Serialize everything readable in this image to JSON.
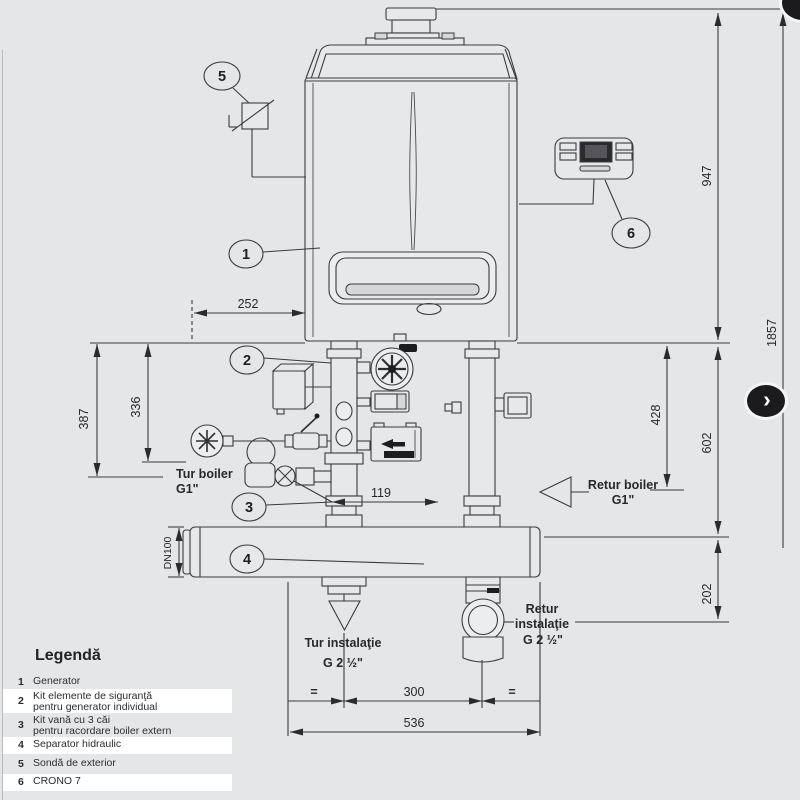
{
  "diagram": {
    "callouts": [
      "1",
      "2",
      "3",
      "4",
      "5",
      "6"
    ],
    "dimensions": {
      "d252": "252",
      "d387": "387",
      "d336": "336",
      "d119": "119",
      "d428": "428",
      "d947": "947",
      "d602": "602",
      "d202": "202",
      "d1857": "1857",
      "dn100": "DN100",
      "d300": "300",
      "d536": "536",
      "equal_left": "=",
      "equal_right": "="
    },
    "ports": {
      "tur_boiler_line1": "Tur boiler",
      "tur_boiler_line2": "G1\"",
      "retur_boiler_line1": "Retur boiler",
      "retur_boiler_line2": "G1\"",
      "tur_instalatie_line1": "Tur instalaţie",
      "tur_instalatie_line2": "G 2 ½\"",
      "retur_instalatie_line1": "Retur",
      "retur_instalatie_line2": "instalaţie",
      "retur_instalatie_line3": "G 2 ½\""
    }
  },
  "legend": {
    "title": "Legendă",
    "items": [
      {
        "num": "1",
        "line1": "Generator",
        "line2": ""
      },
      {
        "num": "2",
        "line1": "Kit elemente de siguranţă",
        "line2": "pentru generator individual"
      },
      {
        "num": "3",
        "line1": "Kit vană cu 3 căi",
        "line2": "pentru racordare boiler extern"
      },
      {
        "num": "4",
        "line1": "Separator hidraulic",
        "line2": ""
      },
      {
        "num": "5",
        "line1": "Sondă de exterior",
        "line2": ""
      },
      {
        "num": "6",
        "line1": "CRONO 7",
        "line2": ""
      }
    ]
  },
  "nav": {
    "next": "›"
  }
}
